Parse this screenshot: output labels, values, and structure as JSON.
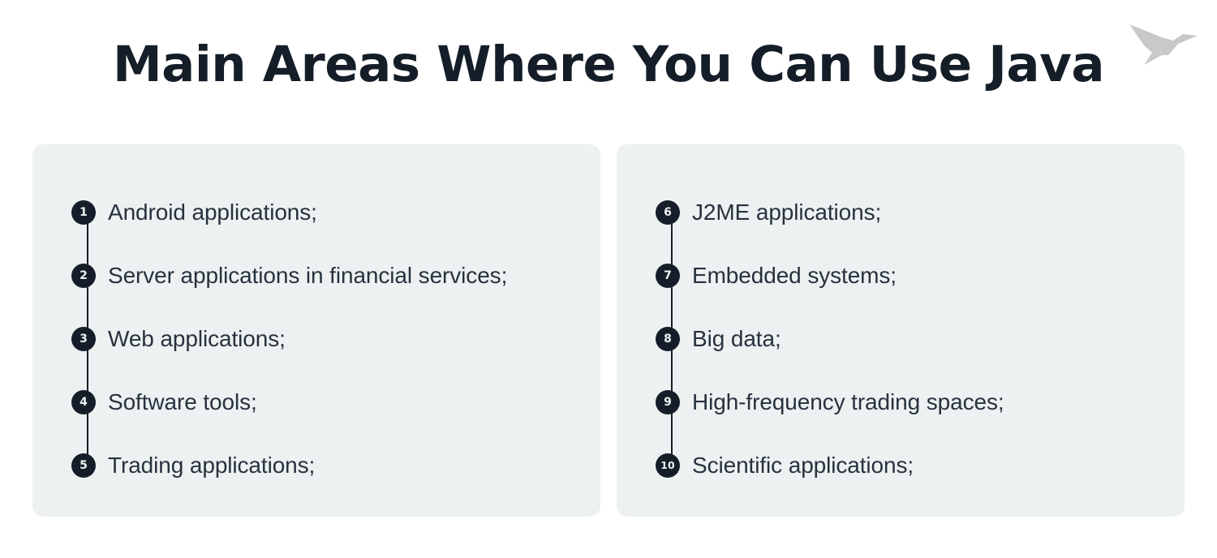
{
  "page": {
    "title": "Main Areas Where You Can Use Java",
    "background_color": "#ffffff",
    "card_background_color": "#edf1f2",
    "bullet_color": "#151e28",
    "title_color": "#151e28",
    "body_text_color": "#26323d",
    "logo_color": "#c6c8c9"
  },
  "logo": {
    "name": "origami-bird-logo"
  },
  "columns": [
    {
      "id": "left-column",
      "items": [
        {
          "number": "1",
          "label": "Android applications;"
        },
        {
          "number": "2",
          "label": "Server applications in financial services;"
        },
        {
          "number": "3",
          "label": "Web applications;"
        },
        {
          "number": "4",
          "label": "Software tools;"
        },
        {
          "number": "5",
          "label": "Trading applications;"
        }
      ]
    },
    {
      "id": "right-column",
      "items": [
        {
          "number": "6",
          "label": "J2ME applications;"
        },
        {
          "number": "7",
          "label": "Embedded systems;"
        },
        {
          "number": "8",
          "label": "Big data;"
        },
        {
          "number": "9",
          "label": "High-frequency trading spaces;"
        },
        {
          "number": "10",
          "label": "Scientific applications;"
        }
      ]
    }
  ]
}
